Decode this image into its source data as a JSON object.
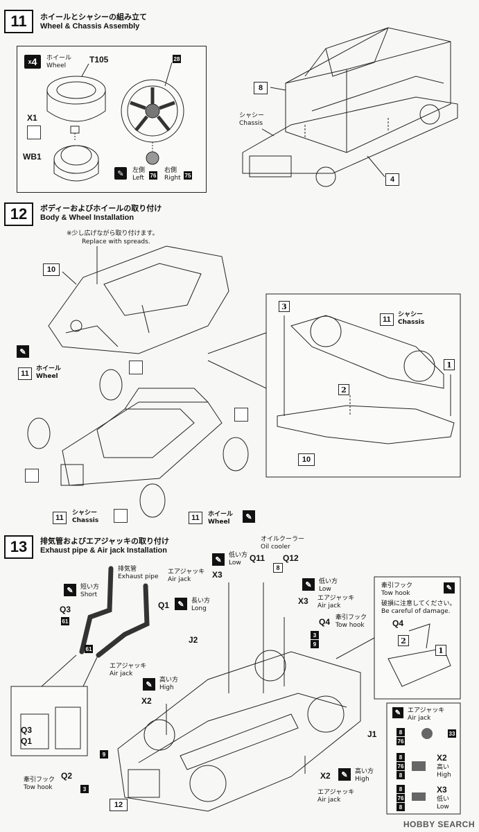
{
  "step11": {
    "num": "11",
    "title_jp": "ホイールとシャシーの組み立て",
    "title_en": "Wheel & Chassis Assembly",
    "qty": "4",
    "wheel_jp": "ホイール",
    "wheel_en": "Wheel",
    "t105": "T105",
    "x1": "X1",
    "wb1": "WB1",
    "paint28": "28",
    "left_jp": "左側",
    "left_en": "Left",
    "left_code": "76",
    "right_jp": "右側",
    "right_en": "Right",
    "right_code": "75",
    "part8": "8",
    "part4": "4",
    "chassis_jp": "シャシー",
    "chassis_en": "Chassis"
  },
  "step12": {
    "num": "12",
    "title_jp": "ボディーおよびホイールの取り付け",
    "title_en": "Body & Wheel Installation",
    "note_jp": "※少し広げながら取り付けます。",
    "note_en": "Replace with spreads.",
    "part10": "10",
    "part11_wheel": "11",
    "wheel_jp": "ホイール",
    "wheel_en": "Wheel",
    "chassis_jp": "シャシー",
    "chassis_en": "Chassis",
    "inset_3": "3",
    "inset_11": "11",
    "inset_chassis_jp": "シャシー",
    "inset_chassis_en": "Chassis",
    "inset_1": "1",
    "inset_2": "2",
    "inset_10": "10"
  },
  "step13": {
    "num": "13",
    "title_jp": "排気管およびエアジャッキの取り付け",
    "title_en": "Exhaust pipe & Air jack Installation",
    "short_jp": "短い方",
    "short_en": "Short",
    "q3": "Q3",
    "code61a": "61",
    "exhaust_jp": "排気管",
    "exhaust_en": "Exhaust pipe",
    "code61b": "61",
    "q1": "Q1",
    "long_jp": "長い方",
    "long_en": "Long",
    "airjack_jp": "エアジャッキ",
    "airjack_en": "Air jack",
    "x3": "X3",
    "low_jp": "低い方",
    "low_en": "Low",
    "oilcooler_jp": "オイルクーラー",
    "oilcooler_en": "Oil cooler",
    "q11": "Q11",
    "q12": "Q12",
    "part8": "8",
    "x3b": "X3",
    "q4": "Q4",
    "towhook_jp": "牽引フック",
    "towhook_en": "Tow hook",
    "j2": "J2",
    "code3": "3",
    "code9": "9",
    "high_jp": "高い方",
    "high_en": "High",
    "x2": "X2",
    "j1": "J1",
    "q2": "Q2",
    "code9b": "9",
    "code3b": "3",
    "part12": "12",
    "x2b": "X2",
    "inset_q3": "Q3",
    "inset_q1": "Q1",
    "inset_tow_jp": "牽引フック",
    "inset_tow_en": "Tow hook",
    "inset_warn_jp": "破損に注意してください。",
    "inset_warn_en": "Be careful of damage.",
    "inset_q4": "Q4",
    "inset_2": "2",
    "inset_1": "1",
    "legend_jp": "エアジャッキ",
    "legend_en": "Air jack",
    "legend_8a": "8",
    "legend_76a": "76",
    "legend_33": "33",
    "legend_8b": "8",
    "legend_76b": "76",
    "legend_8c": "8",
    "legend_x2": "X2",
    "legend_high_jp": "高い",
    "legend_high_en": "High",
    "legend_8d": "8",
    "legend_76c": "76",
    "legend_8e": "8",
    "legend_x3": "X3",
    "legend_low_jp": "低い",
    "legend_low_en": "Low"
  },
  "watermark": "HOBBY SEARCH"
}
